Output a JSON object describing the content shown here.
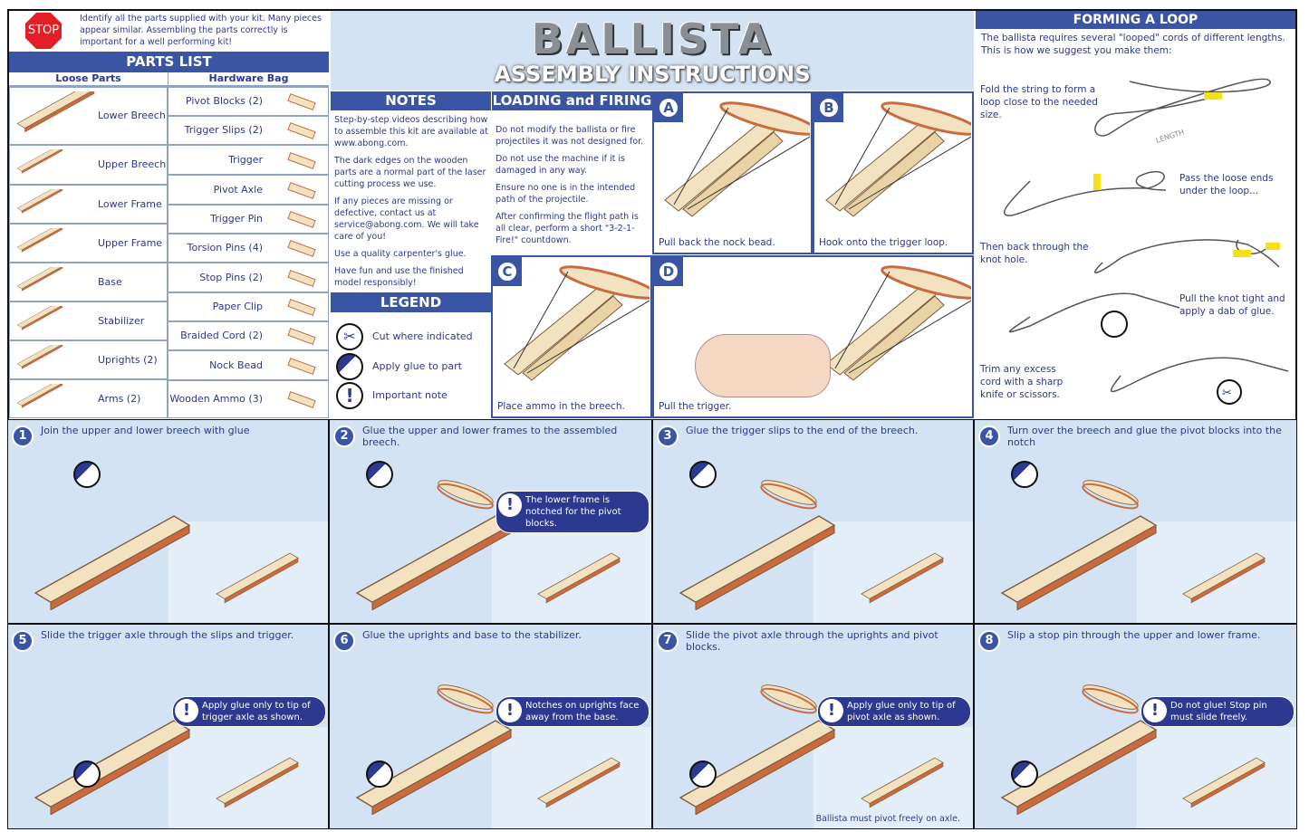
{
  "stop": {
    "sign": "STOP",
    "text": "Identify all the parts supplied with your kit. Many pieces appear similar. Assembling the parts correctly is important for a well performing kit!"
  },
  "parts_list": {
    "title": "PARTS LIST",
    "loose_header": "Loose Parts",
    "hardware_header": "Hardware Bag",
    "loose": [
      "Lower Breech",
      "Upper Breech",
      "Lower Frame",
      "Upper Frame",
      "Base",
      "Stabilizer",
      "Uprights (2)",
      "Arms (2)"
    ],
    "hardware": [
      "Pivot Blocks (2)",
      "Trigger Slips (2)",
      "Trigger",
      "Pivot Axle",
      "Trigger Pin",
      "Torsion Pins (4)",
      "Stop Pins (2)",
      "Paper Clip",
      "Braided Cord (2)",
      "Nock Bead",
      "Wooden Ammo (3)"
    ]
  },
  "title": {
    "main": "BALLISTA",
    "sub": "ASSEMBLY INSTRUCTIONS"
  },
  "notes": {
    "title": "NOTES",
    "items": [
      "Step-by-step videos describing how to assemble this kit are available at www.abong.com.",
      "The dark edges on the wooden parts are a normal part of the laser cutting process we use.",
      "If any pieces are missing or defective, contact us at service@abong.com. We will take care of you!",
      "Use a quality carpenter's glue.",
      "Have fun and use the finished model responsibly!"
    ]
  },
  "legend": {
    "title": "LEGEND",
    "items": [
      {
        "icon": "scissors-icon",
        "label": "Cut where indicated"
      },
      {
        "icon": "glue-icon",
        "label": "Apply glue to part"
      },
      {
        "icon": "exclamation-icon",
        "label": "Important note"
      }
    ]
  },
  "loading": {
    "title": "LOADING and FIRING",
    "items": [
      "Do not modify the ballista or fire projectiles it was not designed for.",
      "Do not use the machine if it is damaged in any way.",
      "Ensure no one is in the intended path of the projectile.",
      "After confirming the flight path is all clear, perform a short \"3-2-1-Fire!\" countdown."
    ]
  },
  "panels": [
    {
      "letter": "A",
      "caption": "Pull back the nock bead."
    },
    {
      "letter": "B",
      "caption": "Hook onto the trigger loop."
    },
    {
      "letter": "C",
      "caption": "Place ammo in the breech."
    },
    {
      "letter": "D",
      "caption": "Pull the trigger."
    }
  ],
  "loop": {
    "title": "FORMING A LOOP",
    "intro": "The ballista requires several \"looped\" cords of different lengths. This is how we suggest you make them:",
    "steps": [
      "Fold the string to form a loop close to the needed size.",
      "Pass the loose ends under the loop...",
      "Then back through the knot hole.",
      "Pull the knot tight and apply a dab of glue.",
      "Trim any excess cord with a sharp knife or scissors."
    ],
    "length_label": "LENGTH"
  },
  "steps": [
    {
      "n": "1",
      "text": "Join the upper and lower breech with glue"
    },
    {
      "n": "2",
      "text": "Glue the upper and lower frames to the assembled breech.",
      "note": "The lower frame is notched for the pivot blocks."
    },
    {
      "n": "3",
      "text": "Glue the trigger slips to the end of the breech."
    },
    {
      "n": "4",
      "text": "Turn over the breech and glue the pivot blocks into the notch"
    },
    {
      "n": "5",
      "text": "Slide the trigger axle through the slips and trigger.",
      "note": "Apply glue only to tip of trigger axle as shown."
    },
    {
      "n": "6",
      "text": "Glue the uprights and base to the stabilizer.",
      "note": "Notches on uprights face away from the base."
    },
    {
      "n": "7",
      "text": "Slide the pivot axle through the uprights and pivot blocks.",
      "note": "Apply glue only to tip of pivot axle as shown.",
      "footer": "Ballista must pivot freely on axle."
    },
    {
      "n": "8",
      "text": "Slip a stop pin through the upper and lower frame.",
      "note": "Do not glue! Stop pin must slide freely."
    }
  ],
  "colors": {
    "blue": "#3b55a5",
    "text": "#2b3990",
    "light": "#d3e3f3",
    "wood": "#f3e2c0",
    "edge": "#c96b3e"
  }
}
